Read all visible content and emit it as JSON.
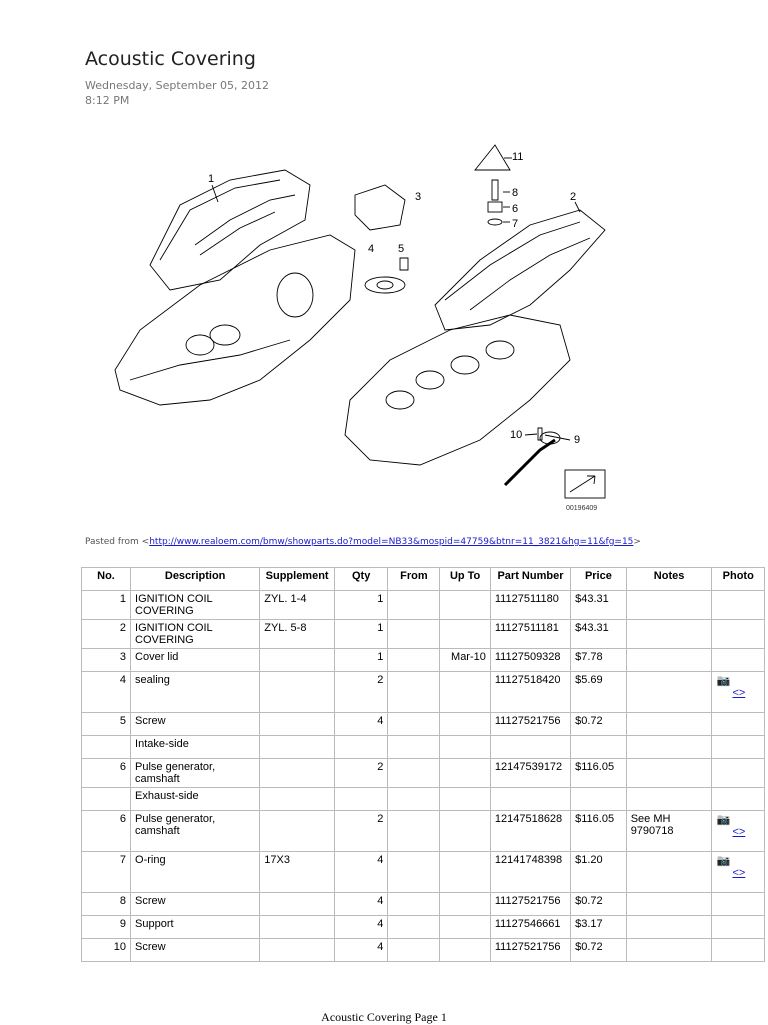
{
  "header": {
    "title": "Acoustic Covering",
    "date": "Wednesday, September 05, 2012",
    "time": "8:12 PM"
  },
  "diagram": {
    "callouts": [
      "1",
      "2",
      "3",
      "4",
      "5",
      "6",
      "7",
      "8",
      "9",
      "10",
      "11"
    ],
    "code": "00196409"
  },
  "pasted": {
    "prefix": "Pasted from <",
    "url": "http://www.realoem.com/bmw/showparts.do?model=NB33&mospid=47759&btnr=11_3821&hg=11&fg=15",
    "suffix": ">"
  },
  "table": {
    "headers": [
      "No.",
      "Description",
      "Supplement",
      "Qty",
      "From",
      "Up To",
      "Part Number",
      "Price",
      "Notes",
      "Photo"
    ],
    "rows": [
      {
        "no": "1",
        "desc": "IGNITION COIL COVERING",
        "supp": "ZYL. 1-4",
        "qty": "1",
        "from": "",
        "upto": "",
        "part": "11127511180",
        "price": "$43.31",
        "notes": "",
        "photo": ""
      },
      {
        "no": "2",
        "desc": "IGNITION COIL COVERING",
        "supp": "ZYL. 5-8",
        "qty": "1",
        "from": "",
        "upto": "",
        "part": "11127511181",
        "price": "$43.31",
        "notes": "",
        "photo": ""
      },
      {
        "no": "3",
        "desc": "Cover lid",
        "supp": "",
        "qty": "1",
        "from": "",
        "upto": "Mar-10",
        "part": "11127509328",
        "price": "$7.78",
        "notes": "",
        "photo": ""
      },
      {
        "no": "4",
        "desc": "sealing",
        "supp": "",
        "qty": "2",
        "from": "",
        "upto": "",
        "part": "11127518420",
        "price": "$5.69",
        "notes": "",
        "photo": "<>"
      },
      {
        "no": "5",
        "desc": "Screw",
        "supp": "",
        "qty": "4",
        "from": "",
        "upto": "",
        "part": "11127521756",
        "price": "$0.72",
        "notes": "",
        "photo": ""
      },
      {
        "no": "",
        "desc": "Intake-side",
        "supp": "",
        "qty": "",
        "from": "",
        "upto": "",
        "part": "",
        "price": "",
        "notes": "",
        "photo": ""
      },
      {
        "no": "6",
        "desc": "Pulse generator, camshaft",
        "supp": "",
        "qty": "2",
        "from": "",
        "upto": "",
        "part": "12147539172",
        "price": "$116.05",
        "notes": "",
        "photo": ""
      },
      {
        "no": "",
        "desc": "Exhaust-side",
        "supp": "",
        "qty": "",
        "from": "",
        "upto": "",
        "part": "",
        "price": "",
        "notes": "",
        "photo": ""
      },
      {
        "no": "6",
        "desc": "Pulse generator, camshaft",
        "supp": "",
        "qty": "2",
        "from": "",
        "upto": "",
        "part": "12147518628",
        "price": "$116.05",
        "notes": "See MH 9790718",
        "photo": "<>"
      },
      {
        "no": "7",
        "desc": "O-ring",
        "supp": "17X3",
        "qty": "4",
        "from": "",
        "upto": "",
        "part": "12141748398",
        "price": "$1.20",
        "notes": "",
        "photo": "<>"
      },
      {
        "no": "8",
        "desc": "Screw",
        "supp": "",
        "qty": "4",
        "from": "",
        "upto": "",
        "part": "11127521756",
        "price": "$0.72",
        "notes": "",
        "photo": ""
      },
      {
        "no": "9",
        "desc": "Support",
        "supp": "",
        "qty": "4",
        "from": "",
        "upto": "",
        "part": "11127546661",
        "price": "$3.17",
        "notes": "",
        "photo": ""
      },
      {
        "no": "10",
        "desc": "Screw",
        "supp": "",
        "qty": "4",
        "from": "",
        "upto": "",
        "part": "11127521756",
        "price": "$0.72",
        "notes": "",
        "photo": ""
      }
    ]
  },
  "footer": {
    "text": "Acoustic Covering Page 1"
  }
}
